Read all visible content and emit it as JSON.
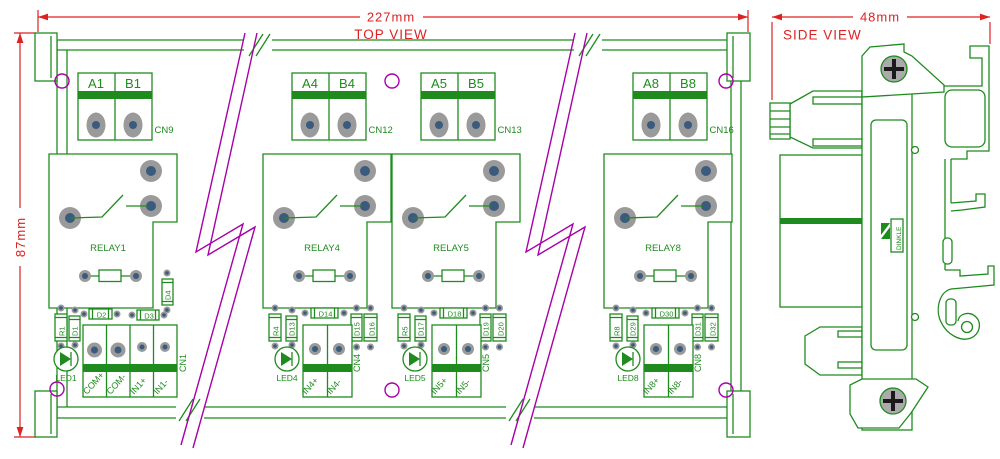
{
  "top_view": {
    "title": "TOP VIEW",
    "width_dim": "227mm",
    "height_dim": "87mm"
  },
  "side_view": {
    "title": "SIDE VIEW",
    "width_dim": "48mm",
    "logo_text": "DINKLE"
  },
  "sections": [
    {
      "terminal_a": "A1",
      "terminal_b": "B1",
      "top_connector": "CN9",
      "relay_label": "RELAY1",
      "resistor": "R1",
      "diodes": [
        "D1",
        "D2",
        "D3",
        "D4"
      ],
      "led_label": "LED1",
      "bottom_connector": "CN1",
      "bottom_terminals": [
        "COM+",
        "COM-",
        "IN1+",
        "IN1-"
      ]
    },
    {
      "terminal_a": "A4",
      "terminal_b": "B4",
      "top_connector": "CN12",
      "relay_label": "RELAY4",
      "resistor": "R4",
      "diodes": [
        "D13",
        "D14",
        "D15",
        "D16"
      ],
      "led_label": "LED4",
      "bottom_connector": "CN4",
      "bottom_terminals": [
        "IN4+",
        "IN4-"
      ]
    },
    {
      "terminal_a": "A5",
      "terminal_b": "B5",
      "top_connector": "CN13",
      "relay_label": "RELAY5",
      "resistor": "R5",
      "diodes": [
        "D17",
        "D18",
        "D19",
        "D20"
      ],
      "led_label": "LED5",
      "bottom_connector": "CN5",
      "bottom_terminals": [
        "IN5+",
        "IN5-"
      ]
    },
    {
      "terminal_a": "A8",
      "terminal_b": "B8",
      "top_connector": "CN16",
      "relay_label": "RELAY8",
      "resistor": "R8",
      "diodes": [
        "D29",
        "D30",
        "D31",
        "D32"
      ],
      "led_label": "LED8",
      "bottom_connector": "CN8",
      "bottom_terminals": [
        "IN8+",
        "IN8-"
      ]
    }
  ],
  "colors": {
    "green": "#1f8b1f",
    "dim_red": "#dd2222",
    "break_magenta": "#a800a8",
    "pad_gray": "#9a9a9a",
    "pad_center": "#3a5a7e"
  }
}
